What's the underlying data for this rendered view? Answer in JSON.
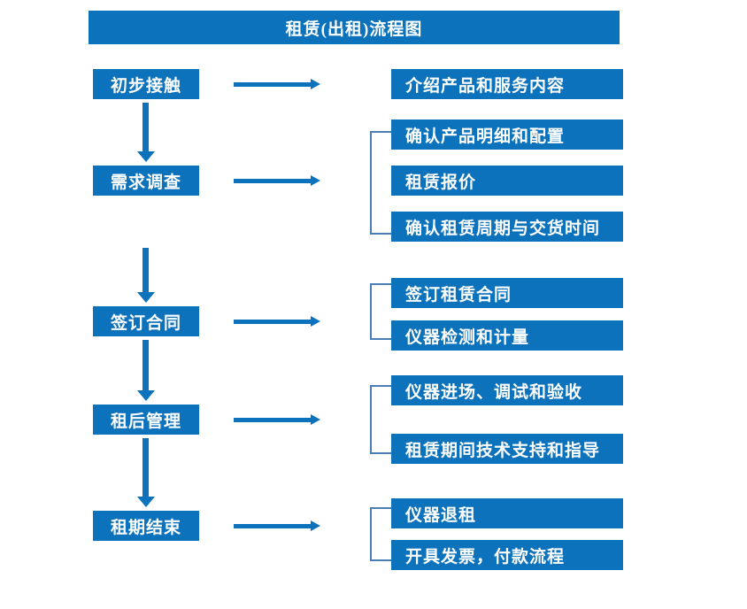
{
  "title": "租赁(出租)流程图",
  "colors": {
    "box_fill": "#0c72bc",
    "box_text": "#ffffff",
    "arrow": "#0c72bc",
    "bracket": "#4a7fb5",
    "background": "#ffffff"
  },
  "chart_data": {
    "type": "flowchart",
    "title": "租赁(出租)流程图",
    "orientation": "top-to-bottom with right-side detail branches",
    "stages": [
      {
        "label": "初步接触",
        "details": [
          "介绍产品和服务内容"
        ],
        "grouped": false
      },
      {
        "label": "需求调查",
        "details": [
          "确认产品明细和配置",
          "租赁报价",
          "确认租赁周期与交货时间"
        ],
        "grouped": true
      },
      {
        "label": "签订合同",
        "details": [
          "签订租赁合同",
          "仪器检测和计量"
        ],
        "grouped": true
      },
      {
        "label": "租后管理",
        "details": [
          "仪器进场、调试和验收",
          "租赁期间技术支持和指导"
        ],
        "grouped": true
      },
      {
        "label": "租期结束",
        "details": [
          "仪器退租",
          "开具发票，付款流程"
        ],
        "grouped": true
      }
    ]
  },
  "stages": {
    "s0": "初步接触",
    "s1": "需求调查",
    "s2": "签订合同",
    "s3": "租后管理",
    "s4": "租期结束"
  },
  "details": {
    "d0_0": "介绍产品和服务内容",
    "d1_0": "确认产品明细和配置",
    "d1_1": "租赁报价",
    "d1_2": "确认租赁周期与交货时间",
    "d2_0": "签订租赁合同",
    "d2_1": "仪器检测和计量",
    "d3_0": "仪器进场、调试和验收",
    "d3_1": "租赁期间技术支持和指导",
    "d4_0": "仪器退租",
    "d4_1": "开具发票，付款流程"
  }
}
